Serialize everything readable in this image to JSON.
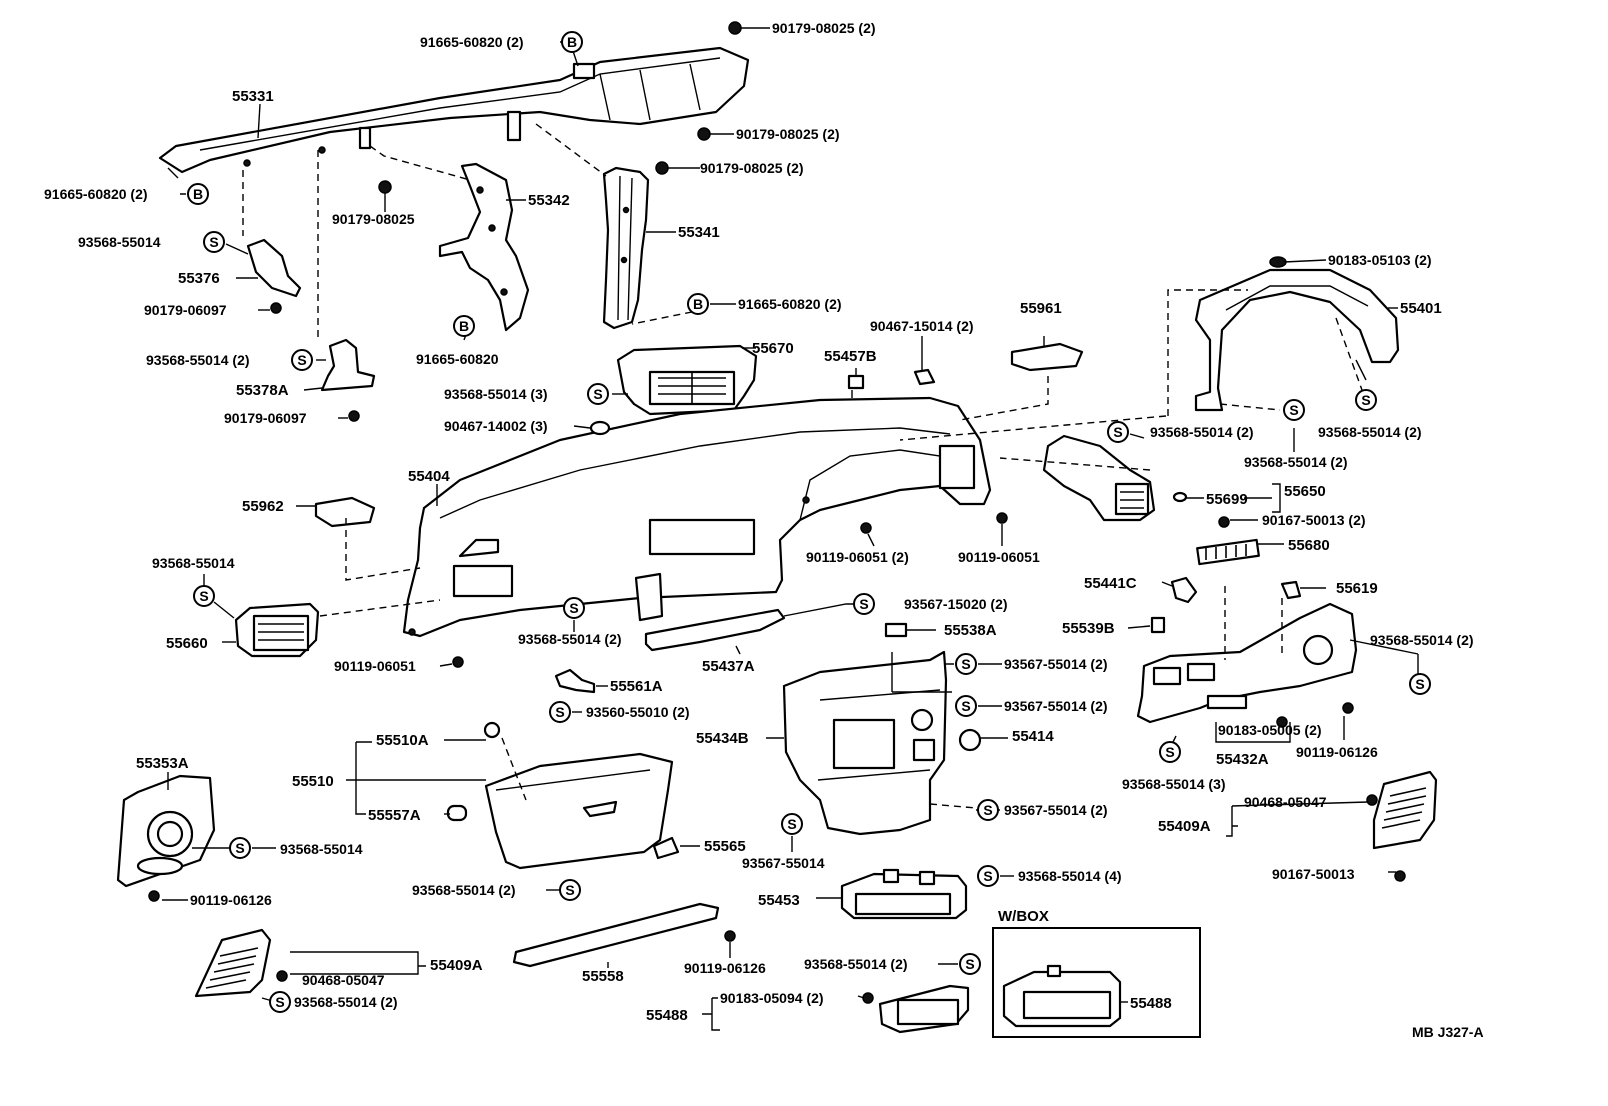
{
  "title": "",
  "ref_code": "MB J327-A",
  "box_label": "W/BOX",
  "labels": {
    "p55331": "55331",
    "p91665_60820_2_top": "91665-60820 (2)",
    "p90179_08025_2_a": "90179-08025 (2)",
    "p90179_08025_2_b": "90179-08025 (2)",
    "p90179_08025_2_c": "90179-08025 (2)",
    "p91665_60820_2_left": "91665-60820 (2)",
    "p90179_08025": "90179-08025",
    "p55342": "55342",
    "p55341": "55341",
    "p93568_55014_a": "93568-55014",
    "p55376": "55376",
    "p90179_06097_a": "90179-06097",
    "p91665_60820_2_mid": "91665-60820 (2)",
    "p91665_60820": "91665-60820",
    "p93568_55014_2_a": "93568-55014 (2)",
    "p55378A": "55378A",
    "p90179_06097_b": "90179-06097",
    "p55670": "55670",
    "p93568_55014_3_a": "93568-55014 (3)",
    "p90467_14002_3": "90467-14002 (3)",
    "p55457B": "55457B",
    "p90467_15014_2": "90467-15014 (2)",
    "p55961": "55961",
    "p90183_05103_2": "90183-05103 (2)",
    "p55401": "55401",
    "p93568_55014_2_b": "93568-55014 (2)",
    "p93568_55014_2_c": "93568-55014 (2)",
    "p93568_55014_2_d": "93568-55014 (2)",
    "p55404": "55404",
    "p55962": "55962",
    "p55699": "55699",
    "p55650": "55650",
    "p90167_50013_2": "90167-50013 (2)",
    "p90119_06051_2": "90119-06051 (2)",
    "p90119_06051_a": "90119-06051",
    "p55680": "55680",
    "p93568_55014_b": "93568-55014",
    "p55441C": "55441C",
    "p55619": "55619",
    "p55660": "55660",
    "p93567_15020_2": "93567-15020 (2)",
    "p93568_55014_2_e": "93568-55014 (2)",
    "p55539B": "55539B",
    "p55538A": "55538A",
    "p93568_55014_2_f": "93568-55014 (2)",
    "p90119_06051_b": "90119-06051",
    "p55437A": "55437A",
    "p93567_55014_2_a": "93567-55014 (2)",
    "p55561A": "55561A",
    "p93567_55014_2_b": "93567-55014 (2)",
    "p93560_55010_2": "93560-55010 (2)",
    "p55414": "55414",
    "p90183_05005_2": "90183-05005 (2)",
    "p55434B": "55434B",
    "p55432A": "55432A",
    "p90119_06126_a": "90119-06126",
    "p55510A": "55510A",
    "p55353A": "55353A",
    "p93568_55014_3_b": "93568-55014 (3)",
    "p55510": "55510",
    "p90468_05047_a": "90468-05047",
    "p55409A_a": "55409A",
    "p55557A": "55557A",
    "p93567_55014_2_c": "93567-55014 (2)",
    "p93568_55014_c": "93568-55014",
    "p55565": "55565",
    "p93567_55014": "93567-55014",
    "p90167_50013": "90167-50013",
    "p90119_06126_b": "90119-06126",
    "p93568_55014_2_g": "93568-55014 (2)",
    "p93568_55014_4": "93568-55014 (4)",
    "p55453": "55453",
    "p55409A_b": "55409A",
    "p90468_05047_b": "90468-05047",
    "p55558": "55558",
    "p90119_06126_c": "90119-06126",
    "p93568_55014_2_h": "93568-55014 (2)",
    "p93568_55014_2_i": "93568-55014 (2)",
    "p90183_05094_2": "90183-05094 (2)",
    "p55488_a": "55488",
    "p55488_b": "55488"
  },
  "badges": {
    "B": "B",
    "S": "S"
  }
}
